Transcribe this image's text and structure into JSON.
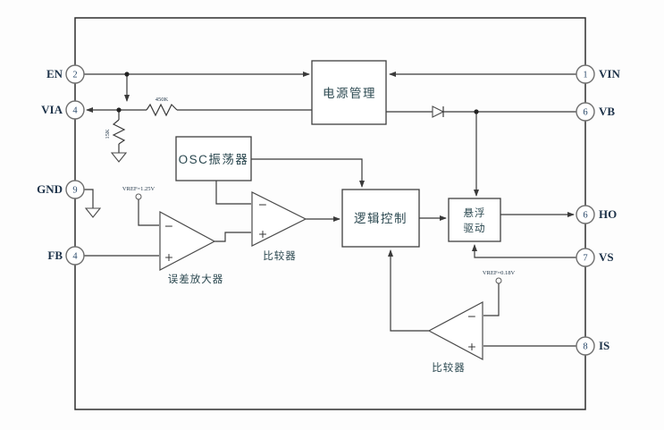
{
  "diagram": {
    "pins": {
      "left": [
        {
          "label": "EN",
          "number": "2"
        },
        {
          "label": "VIA",
          "number": "4"
        },
        {
          "label": "GND",
          "number": "9"
        },
        {
          "label": "FB",
          "number": "4"
        }
      ],
      "right": [
        {
          "label": "VIN",
          "number": "1"
        },
        {
          "label": "VB",
          "number": "6"
        },
        {
          "label": "HO",
          "number": "6"
        },
        {
          "label": "VS",
          "number": "7"
        },
        {
          "label": "IS",
          "number": "8"
        }
      ]
    },
    "blocks": {
      "power_management": "电源管理",
      "oscillator": "OSC振荡器",
      "logic_control": "逻辑控制",
      "floating_drive_line1": "悬浮",
      "floating_drive_line2": "驱动",
      "error_amplifier": "误差放大器",
      "comparator_top": "比较器",
      "comparator_bottom": "比较器"
    },
    "components": {
      "resistor_450k": "450K",
      "resistor_15k": "15K",
      "vref_top": "VREF=1.25V",
      "vref_bottom": "VREF=0.18V"
    },
    "opamp_signs": {
      "plus": "+",
      "minus": "−"
    },
    "colors": {
      "wire": "#3a3a3a",
      "chinese_text": "#2b4850",
      "pin_text": "#1d3249",
      "background": "#fdfdfd"
    }
  }
}
